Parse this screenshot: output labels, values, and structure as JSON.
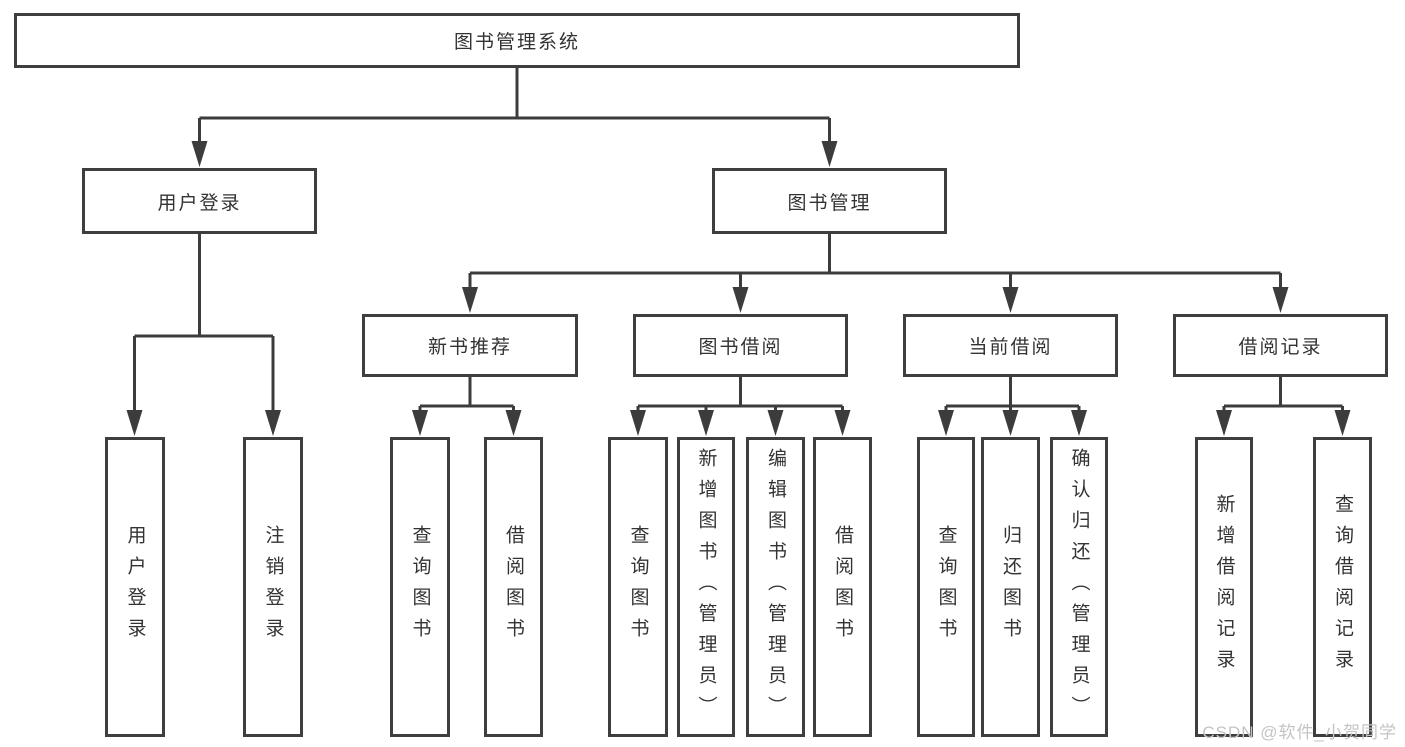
{
  "diagram": {
    "title": "图书管理系统",
    "colors": {
      "line": "#3c3c3c",
      "border": "#3e3e3e",
      "text": "#333333",
      "background": "#ffffff",
      "watermark": "#c4c4c4"
    },
    "nodes": {
      "root": {
        "label": "图书管理系统"
      },
      "user_login": {
        "label": "用户登录"
      },
      "book_management": {
        "label": "图书管理"
      },
      "new_book_recommend": {
        "label": "新书推荐"
      },
      "book_borrowing": {
        "label": "图书借阅"
      },
      "current_borrowing": {
        "label": "当前借阅"
      },
      "borrowing_records": {
        "label": "借阅记录"
      },
      "leaf_user_login": {
        "label": "用户登录"
      },
      "leaf_logout": {
        "label": "注销登录"
      },
      "leaf_query_books_1": {
        "label": "查询图书"
      },
      "leaf_borrow_books_1": {
        "label": "借阅图书"
      },
      "leaf_query_books_2": {
        "label": "查询图书"
      },
      "leaf_add_books_admin": {
        "label": "新增图书（管理员）"
      },
      "leaf_edit_books_admin": {
        "label": "编辑图书（管理员）"
      },
      "leaf_borrow_books_2": {
        "label": "借阅图书"
      },
      "leaf_query_books_3": {
        "label": "查询图书"
      },
      "leaf_return_books": {
        "label": "归还图书"
      },
      "leaf_confirm_return_admin": {
        "label": "确认归还（管理员）"
      },
      "leaf_add_borrow_record": {
        "label": "新增借阅记录"
      },
      "leaf_query_borrow_record": {
        "label": "查询借阅记录"
      }
    },
    "watermark": "CSDN @软件_小贺同学"
  }
}
